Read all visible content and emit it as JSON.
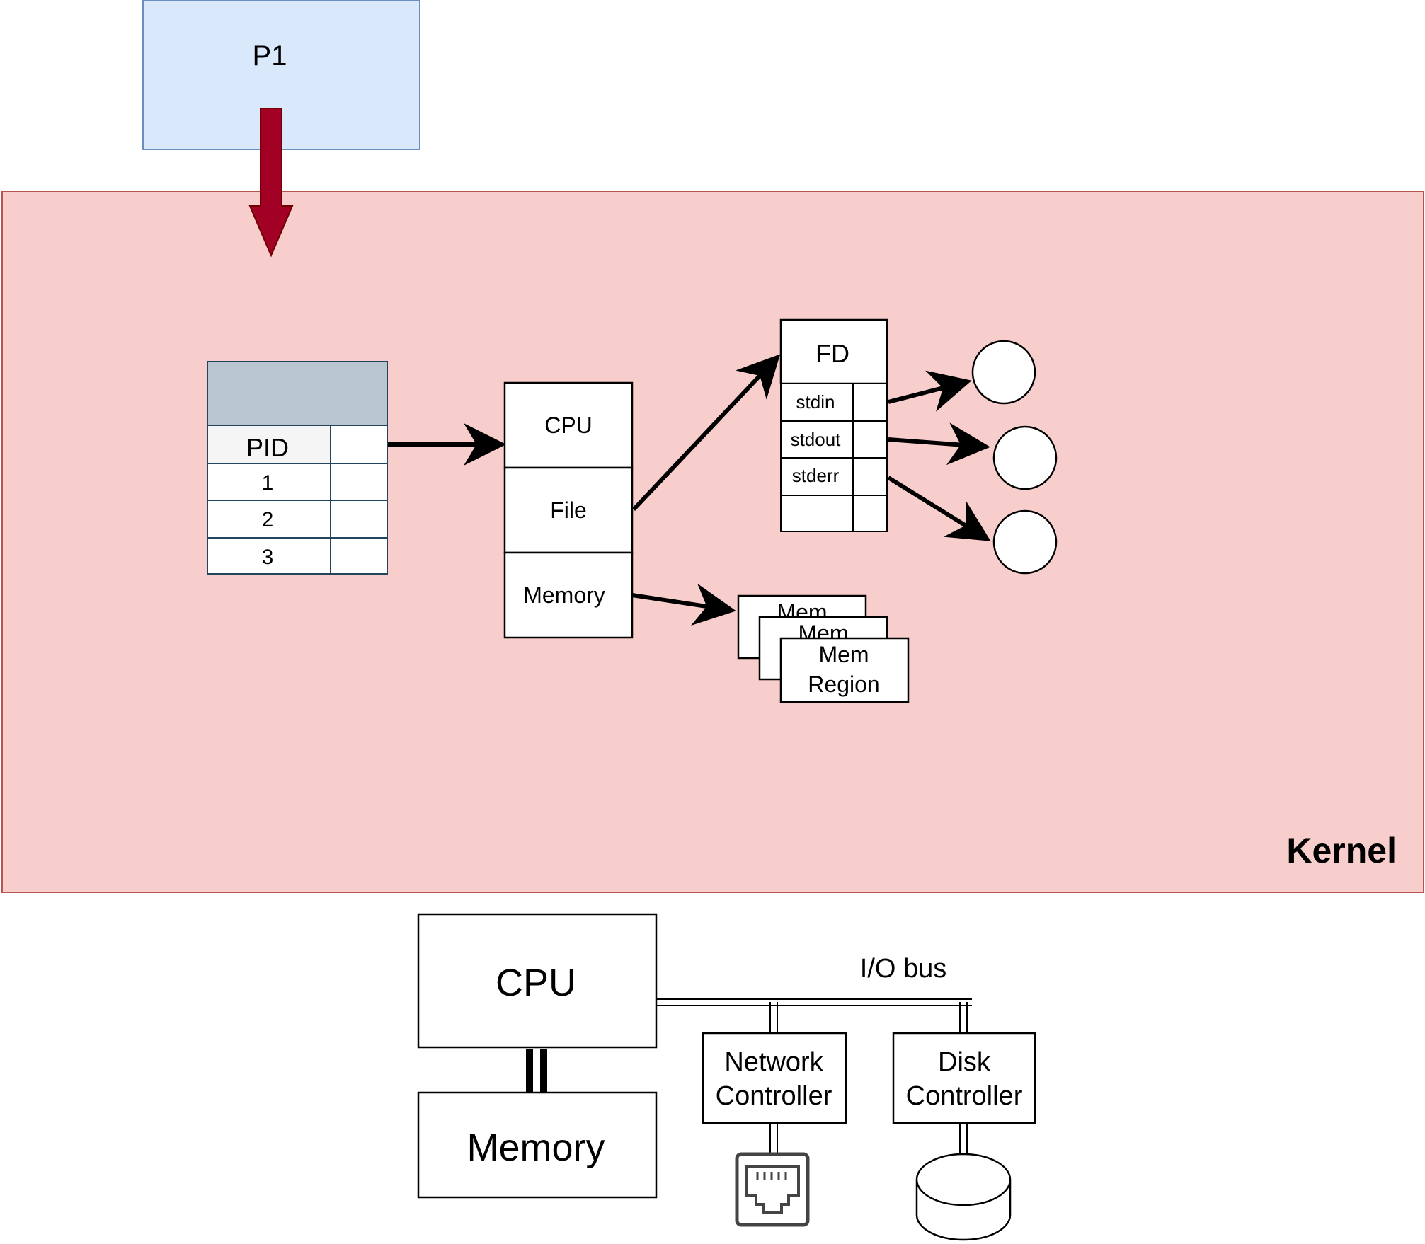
{
  "process": {
    "label": "P1"
  },
  "kernel": {
    "label": "Kernel"
  },
  "process_table": {
    "header": "PID",
    "rows": [
      "1",
      "2",
      "3"
    ]
  },
  "pcb": {
    "fields": [
      "CPU",
      "File",
      "Memory"
    ]
  },
  "fd_table": {
    "title": "FD",
    "rows": [
      "stdin",
      "stdout",
      "stderr",
      ""
    ]
  },
  "mem_regions": {
    "back_label": "Mem",
    "middle_label": "Mem",
    "front_line1": "Mem",
    "front_line2": "Region"
  },
  "hardware": {
    "cpu": "CPU",
    "memory": "Memory",
    "bus": "I/O bus",
    "network_line1": "Network",
    "network_line2": "Controller",
    "disk_line1": "Disk",
    "disk_line2": "Controller"
  },
  "colors": {
    "process_fill": "#dae8fc",
    "process_stroke": "#6c8ebf",
    "kernel_fill": "#f8cecc",
    "kernel_stroke": "#b85450",
    "syscall_arrow": "#a20025",
    "table_header": "#b9c6d1",
    "table_stroke": "#23445d"
  }
}
